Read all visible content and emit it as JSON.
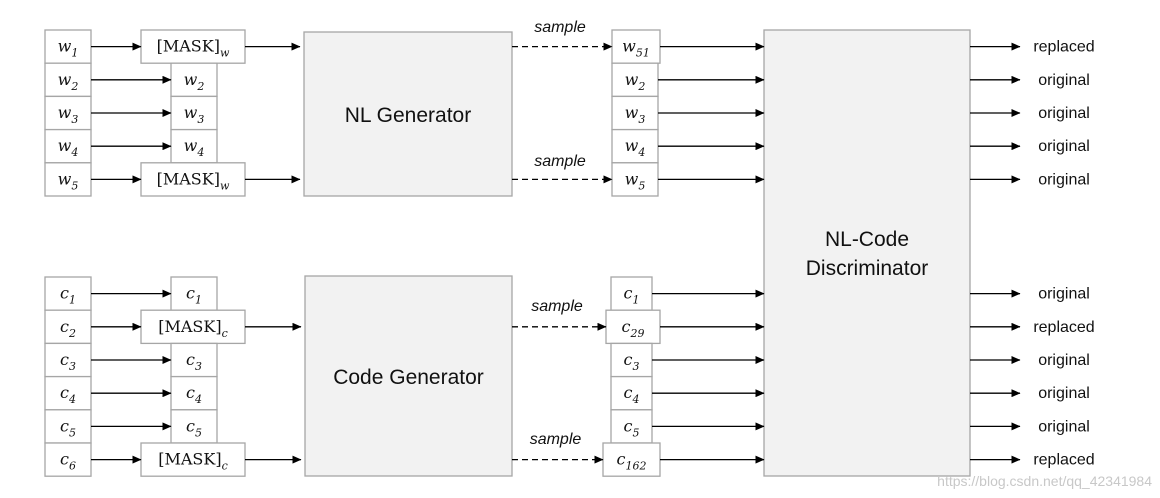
{
  "nl": {
    "inputs": [
      {
        "base": "w",
        "sub": "1"
      },
      {
        "base": "w",
        "sub": "2"
      },
      {
        "base": "w",
        "sub": "3"
      },
      {
        "base": "w",
        "sub": "4"
      },
      {
        "base": "w",
        "sub": "5"
      }
    ],
    "masked": [
      {
        "mask": true,
        "base": "[MASK]",
        "sub": "w"
      },
      {
        "mask": false,
        "base": "w",
        "sub": "2"
      },
      {
        "mask": false,
        "base": "w",
        "sub": "3"
      },
      {
        "mask": false,
        "base": "w",
        "sub": "4"
      },
      {
        "mask": true,
        "base": "[MASK]",
        "sub": "w"
      }
    ],
    "generator": "NL Generator",
    "samples": [
      "sample",
      "sample"
    ],
    "outputs": [
      {
        "base": "w",
        "sub": "51"
      },
      {
        "base": "w",
        "sub": "2"
      },
      {
        "base": "w",
        "sub": "3"
      },
      {
        "base": "w",
        "sub": "4"
      },
      {
        "base": "w",
        "sub": "5"
      }
    ],
    "labels": [
      "replaced",
      "original",
      "original",
      "original",
      "original"
    ]
  },
  "code": {
    "inputs": [
      {
        "base": "c",
        "sub": "1"
      },
      {
        "base": "c",
        "sub": "2"
      },
      {
        "base": "c",
        "sub": "3"
      },
      {
        "base": "c",
        "sub": "4"
      },
      {
        "base": "c",
        "sub": "5"
      },
      {
        "base": "c",
        "sub": "6"
      }
    ],
    "masked": [
      {
        "mask": false,
        "base": "c",
        "sub": "1"
      },
      {
        "mask": true,
        "base": "[MASK]",
        "sub": "c"
      },
      {
        "mask": false,
        "base": "c",
        "sub": "3"
      },
      {
        "mask": false,
        "base": "c",
        "sub": "4"
      },
      {
        "mask": false,
        "base": "c",
        "sub": "5"
      },
      {
        "mask": true,
        "base": "[MASK]",
        "sub": "c"
      }
    ],
    "generator": "Code Generator",
    "samples": [
      "sample",
      "sample"
    ],
    "outputs": [
      {
        "base": "c",
        "sub": "1"
      },
      {
        "base": "c",
        "sub": "29"
      },
      {
        "base": "c",
        "sub": "3"
      },
      {
        "base": "c",
        "sub": "4"
      },
      {
        "base": "c",
        "sub": "5"
      },
      {
        "base": "c",
        "sub": "162"
      }
    ],
    "labels": [
      "original",
      "replaced",
      "original",
      "original",
      "original",
      "replaced"
    ]
  },
  "discriminator": {
    "line1": "NL-Code",
    "line2": "Discriminator"
  },
  "watermark": "https://blog.csdn.net/qq_42341984"
}
